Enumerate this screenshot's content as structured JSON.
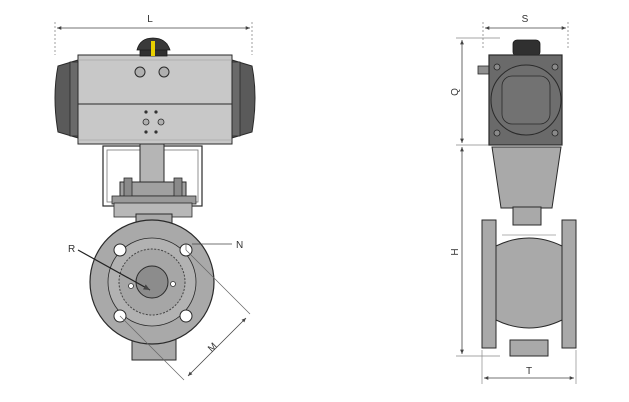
{
  "labels": {
    "length": "L",
    "width": "S",
    "actuator_height": "Q",
    "body_height": "H",
    "flange_thickness": "T",
    "radius": "R",
    "bolt_size": "N",
    "bolt_circle": "M"
  },
  "colors": {
    "body": "#a9a9a9",
    "actuator": "#c8c8c8",
    "end_cap": "#5a5a5a",
    "line": "#2a2a2a",
    "dimension": "#555555",
    "indicator": "#e8d000"
  }
}
